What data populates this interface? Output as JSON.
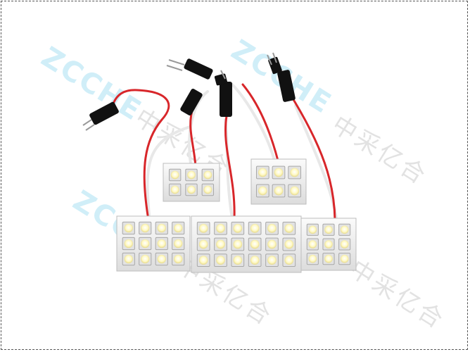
{
  "watermark": {
    "brand": "ZCCHE",
    "cn": "中采亿合"
  },
  "colors": {
    "wire_red": "#d8262a",
    "wire_white": "#eeeeee",
    "board": "#f3f3f3",
    "led": "#fff7a8",
    "watermark_brand": "#78cdeb"
  },
  "panels": [
    {
      "name": "panel-small-top-left",
      "rows": 2,
      "cols": 3
    },
    {
      "name": "panel-small-top-right",
      "rows": 2,
      "cols": 3
    },
    {
      "name": "panel-left",
      "rows": 3,
      "cols": 4
    },
    {
      "name": "panel-center",
      "rows": 3,
      "cols": 6
    },
    {
      "name": "panel-right",
      "rows": 3,
      "cols": 3
    }
  ]
}
